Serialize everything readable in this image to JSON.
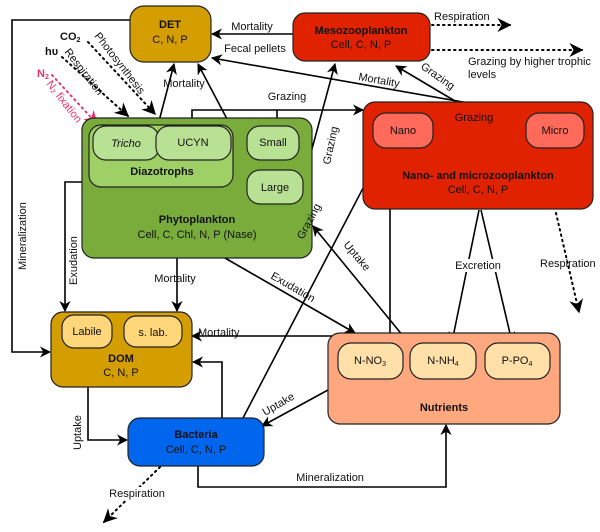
{
  "colors": {
    "det": "#d49e00",
    "meso": "#e02200",
    "phyto": "#7aac3c",
    "diazo": "#9fd065",
    "phyto_sub": "#b8e194",
    "micro_zoo": "#e02200",
    "zoo_sub": "#ff6a5a",
    "dom": "#d49e00",
    "dom_sub": "#ffd77a",
    "nutrients": "#ffa77e",
    "nut_sub": "#ffe0a8",
    "bacteria": "#0066ee",
    "n2": "#e8336f"
  },
  "boxes": {
    "det": {
      "title": "DET",
      "sub": "C, N, P"
    },
    "meso": {
      "title": "Mesozooplankton",
      "sub": "Cell, C, N, P"
    },
    "phyto": {
      "title": "Phytoplankton",
      "sub": "Cell, C, Chl, N, P (Nase)",
      "diazotrophs": "Diazotrophs",
      "tricho": "Tricho",
      "ucyn": "UCYN",
      "small": "Small",
      "large": "Large"
    },
    "zoo": {
      "title": "Nano- and microzooplankton",
      "sub": "Cell, C, N, P",
      "nano": "Nano",
      "micro": "Micro"
    },
    "dom": {
      "title": "DOM",
      "sub": "C, N, P",
      "labile": "Labile",
      "slab": "s. lab."
    },
    "nutrients": {
      "title": "Nutrients",
      "no3": "N-NO",
      "no3_sub": "3",
      "nh4": "N-NH",
      "nh4_sub": "4",
      "po4": "P-PO",
      "po4_sub": "4"
    },
    "bacteria": {
      "title": "Bacteria",
      "sub": "Cell, C, N, P"
    }
  },
  "inputs": {
    "co2": "CO",
    "co2_sub": "2",
    "hv": "hυ",
    "n2": "N",
    "n2_sub": "2"
  },
  "labels": {
    "photosynthesis": "Photosynthesis",
    "respiration_in": "Respiration",
    "n2_fixation": "N₂ fixation",
    "mineralization_left": "Mineralization",
    "mortality_phyto_det": "Mortality",
    "mortality_meso": "Mortality",
    "fecal_pellets": "Fecal pellets",
    "mortality_micro": "Mortality",
    "grazing_micro_meso": "Grazing",
    "grazing_phyto_meso": "Grazing",
    "grazing_top": "Grazing",
    "grazing_nano_micro": "Grazing",
    "respiration_meso": "Respiration",
    "grazing_higher": "Grazing by higher trophic",
    "grazing_higher2": "levels",
    "respiration_zoo": "Respiration",
    "excretion": "Excretion",
    "exudation_left": "Exudation",
    "mortality_phyto_dom": "Mortality",
    "exudation_right": "Exudation",
    "uptake_phyto": "Uptake",
    "grazing_bact": "Grazing",
    "mortality_bact": "Mortality",
    "uptake_dom": "Uptake",
    "uptake_bact": "Uptake",
    "mineralization_bact": "Mineralization",
    "respiration_bact": "Respiration"
  }
}
